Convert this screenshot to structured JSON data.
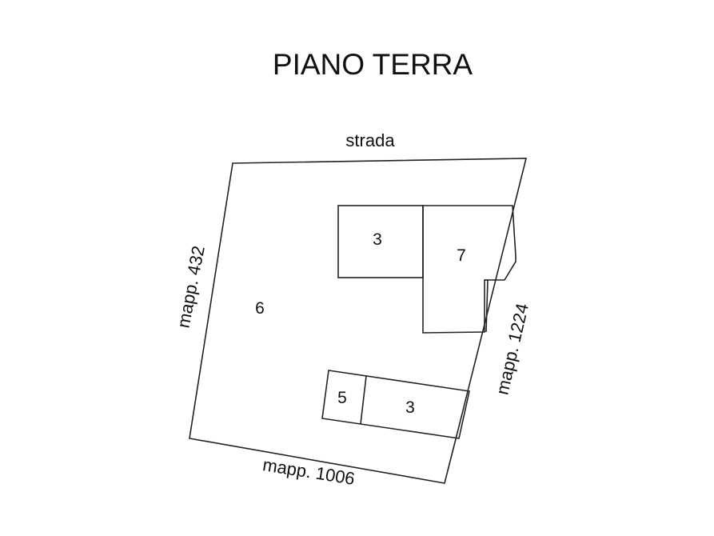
{
  "title": "PIANO TERRA",
  "boundaries": {
    "top": "strada",
    "left": "mapp. 432",
    "right": "mapp. 1224",
    "bottom": "mapp. 1006"
  },
  "rooms": {
    "upper_left": "3",
    "upper_right": "7",
    "courtyard": "6",
    "lower_small": "5",
    "lower_wide": "3"
  }
}
